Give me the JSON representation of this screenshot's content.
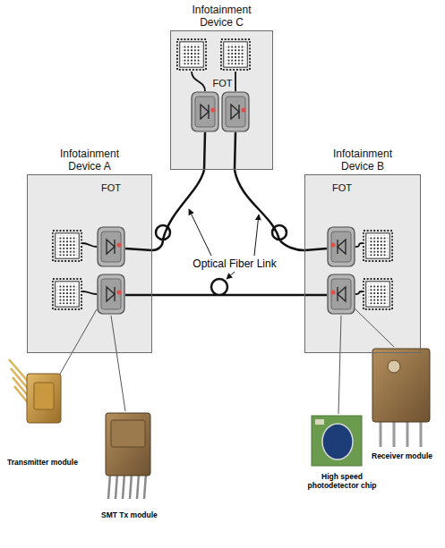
{
  "diagram": {
    "nodes": [
      {
        "text": [
          "Infotainment Device C",
          "FOT"
        ]
      },
      {
        "text": [
          "Infotainment Device A",
          "FOT"
        ]
      },
      {
        "text": [
          "Infotainment Device B",
          "FOT"
        ]
      }
    ],
    "edges": [
      {
        "from": 1,
        "to": 0,
        "arrow": "none"
      },
      {
        "from": 0,
        "to": 2,
        "arrow": "none"
      },
      {
        "from": 1,
        "to": 2,
        "arrow": "none"
      }
    ],
    "labels": [
      "Optical Fiber Link",
      "Transmitter module",
      "SMT Tx module",
      "High speed photodetector chip",
      "Receiver module"
    ]
  }
}
